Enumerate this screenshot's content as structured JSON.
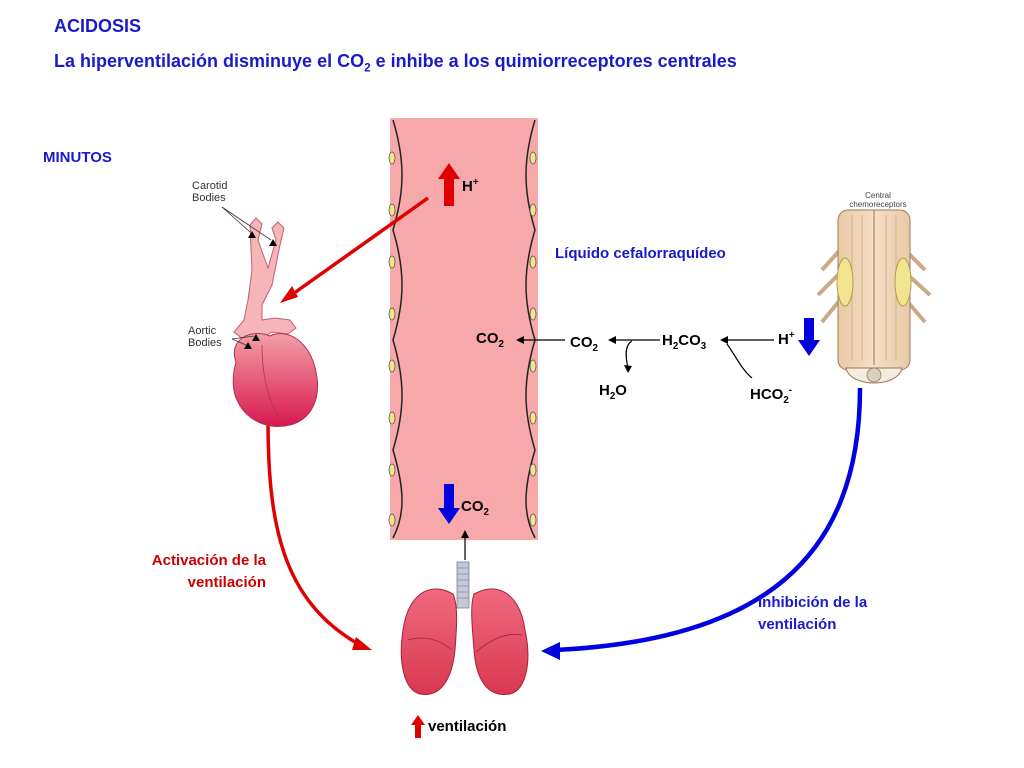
{
  "heading": {
    "title": "ACIDOSIS",
    "subtitle_a": "La hiperventilación disminuye el CO",
    "subtitle_sub": "2",
    "subtitle_b": " e inhibe a los quimiorreceptores centrales"
  },
  "time_label": "MINUTOS",
  "carotid_label": [
    "Carotid",
    "Bodies"
  ],
  "aortic_label": [
    "Aortic",
    "Bodies"
  ],
  "central_label": [
    "Central",
    "chemoreceptors"
  ],
  "csf_label": "Líquido cefalorraquídeo",
  "vessel": {
    "h_plus": "H",
    "h_plus_sup": "+",
    "co2_mid": "CO",
    "co2_mid_sub": "2",
    "co2_bottom": "CO",
    "co2_bottom_sub": "2"
  },
  "reaction": {
    "co2": "CO",
    "co2_sub": "2",
    "h2co3_a": "H",
    "h2co3_sub1": "2",
    "h2co3_b": "CO",
    "h2co3_sub2": "3",
    "h_plus": "H",
    "h_plus_sup": "+",
    "h2o_a": "H",
    "h2o_sub": "2",
    "h2o_b": "O",
    "hco2": "HCO",
    "hco2_sub": "2",
    "hco2_sup": "-"
  },
  "activation_label": [
    "Activación de la",
    "ventilación"
  ],
  "inhibition_label": [
    "Inhibición de la",
    "ventilación"
  ],
  "ventilation_label": "ventilación",
  "colors": {
    "blue_text": "#1a1acc",
    "red_text": "#cc0000",
    "vessel_fill": "#f7a8aa",
    "red_arrow": "#e00000",
    "blue_arrow": "#0000e0"
  }
}
